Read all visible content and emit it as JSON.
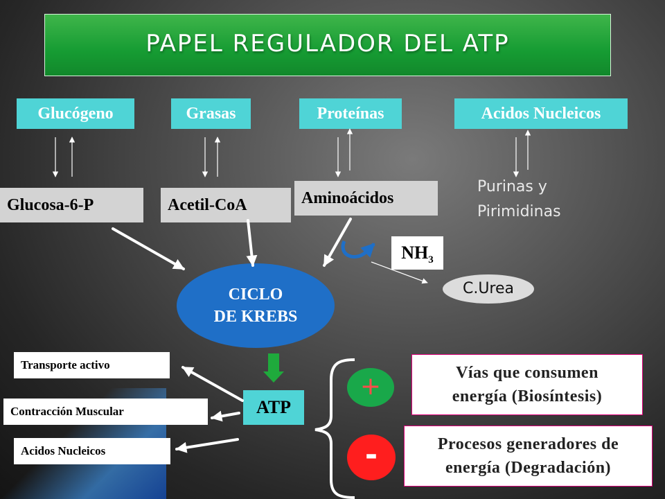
{
  "title": "PAPEL REGULADOR DEL ATP",
  "categories": {
    "glucogeno": "Glucógeno",
    "grasas": "Grasas",
    "proteinas": "Proteínas",
    "acidos_nucleicos": "Acidos Nucleicos"
  },
  "intermediates": {
    "glucosa": "Glucosa-6-P",
    "acetil": "Acetil-CoA",
    "aminoacidos": "Aminoácidos",
    "purinas_line1": "Purinas y",
    "purinas_line2": "Pirimidinas"
  },
  "nh3": {
    "base": "NH",
    "sub": "3"
  },
  "urea": "C.Urea",
  "krebs": {
    "line1": "CICLO",
    "line2": "DE KREBS"
  },
  "atp": "ATP",
  "uses": {
    "transporte": "Transporte activo",
    "contraccion": "Contracción Muscular",
    "acidos": "Acidos Nucleicos"
  },
  "signs": {
    "plus": "+",
    "minus": "-"
  },
  "outcomes": {
    "consumen_1": "Vías que consumen",
    "consumen_2": "energía (Biosíntesis)",
    "generadores_1": "Procesos generadores de",
    "generadores_2": "energía (Degradación)"
  },
  "colors": {
    "title_green": "#169c33",
    "cyan": "#4fd4d6",
    "krebs_blue": "#1f6fc7",
    "down_arrow_green": "#1faa3c",
    "minus_red": "#ff1e1e",
    "outcome_border": "#e0007a"
  }
}
